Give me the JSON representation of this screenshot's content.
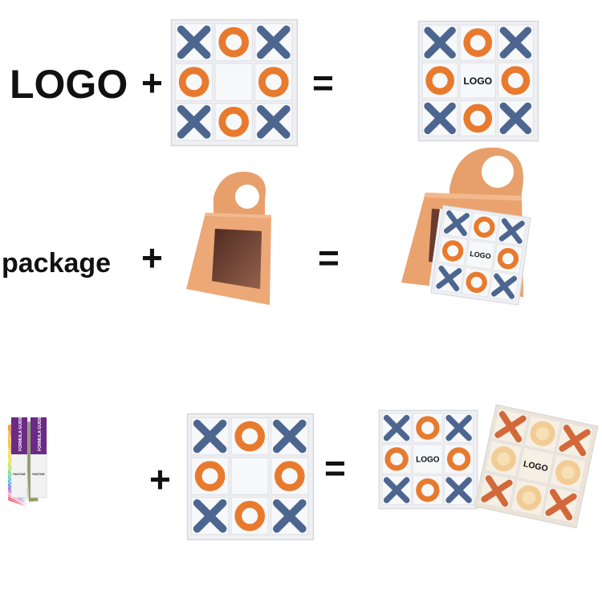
{
  "row1": {
    "label": "LOGO",
    "plus": "+",
    "equals": "=",
    "result_logo": "LOGO",
    "board_cells": [
      "X",
      "O",
      "X",
      "O",
      "",
      "O",
      "X",
      "O",
      "X"
    ]
  },
  "row2": {
    "label": "package",
    "plus": "+",
    "equals": "=",
    "result_logo": "LOGO"
  },
  "row3": {
    "plus": "+",
    "equals": "=",
    "result_logo_1": "LOGO",
    "result_logo_2": "LOGO",
    "swatch_book_text": [
      "FORMULA GUIDE",
      "FORMULA GUIDE"
    ],
    "swatch_book_brand": [
      "PANTONE",
      "PANTONE"
    ]
  },
  "colors": {
    "x_blue": "#4d6690",
    "o_orange": "#e87a2e",
    "board_bg": "#eef0f3",
    "package": "#e8a06a",
    "wood_x": "#d2693a",
    "wood_o": "#f2cc95",
    "pantone_purple": "#6b2a86"
  }
}
